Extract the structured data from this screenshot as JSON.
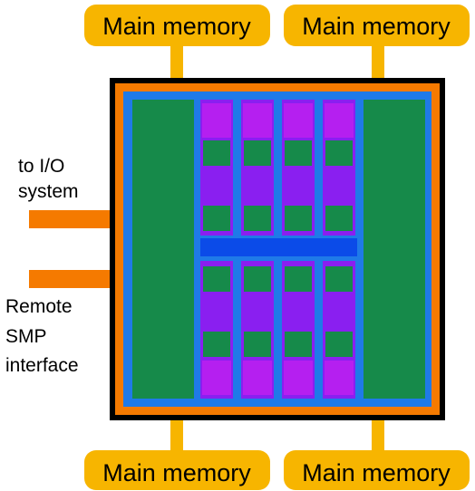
{
  "memory_labels": {
    "top_left": "Main memory",
    "top_right": "Main memory",
    "bottom_left": "Main memory",
    "bottom_right": "Main memory"
  },
  "io_label": {
    "line1": "to I/O",
    "line2": "system"
  },
  "smp_label": {
    "line1": "Remote",
    "line2": "SMP",
    "line3": "interface"
  },
  "colors": {
    "memory": "#f7b500",
    "chip_border": "#000000",
    "chip_ring": "#f57a00",
    "chip_fill": "#1f7ae8",
    "channel": "#0b4be8",
    "cache": "#168a4a",
    "core": "#8a1ff0",
    "core_light": "#b51ff0",
    "io_link": "#f57a00"
  }
}
